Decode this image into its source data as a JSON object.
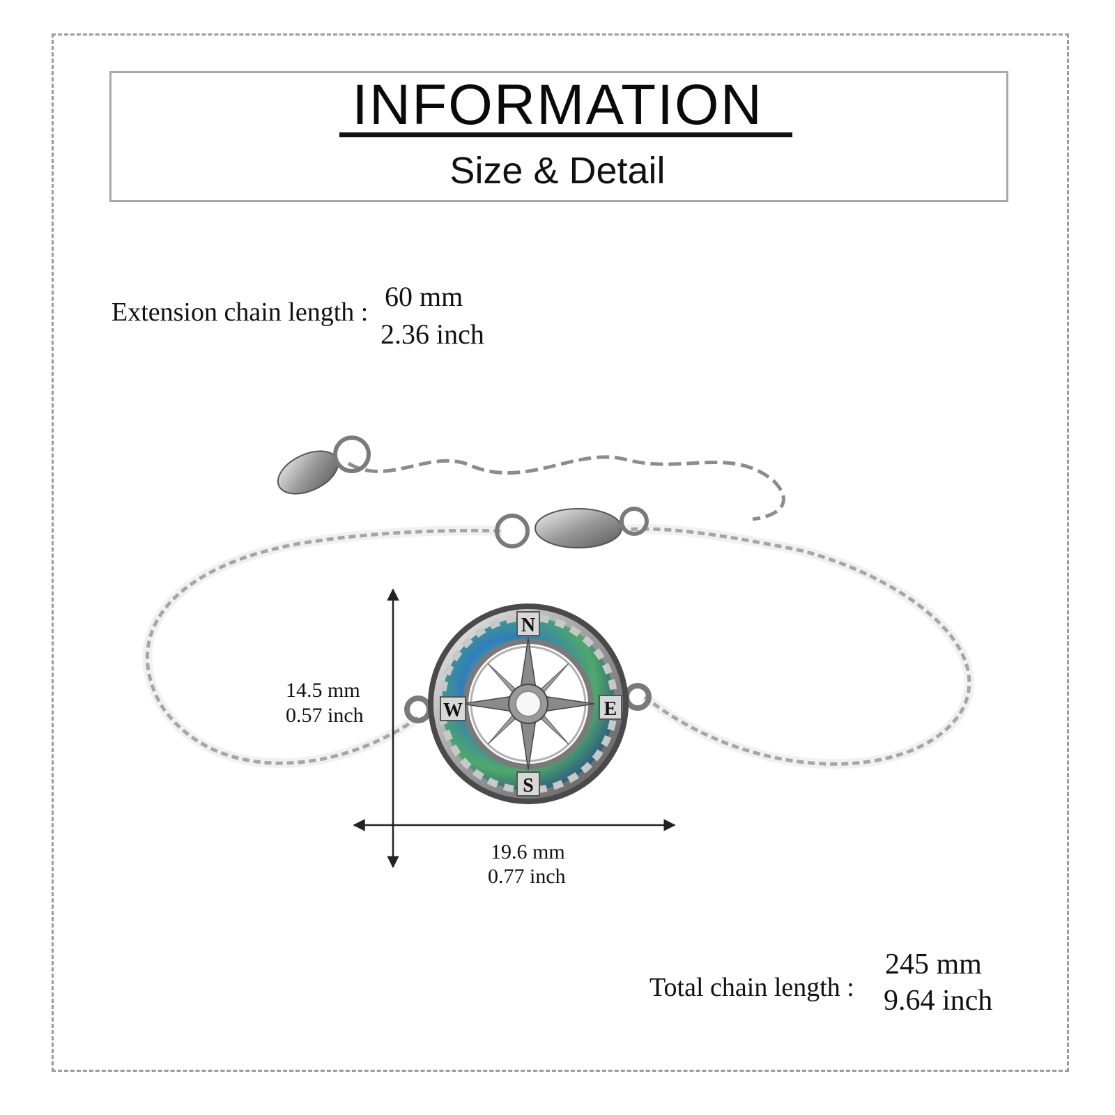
{
  "header": {
    "title": "INFORMATION",
    "subtitle": "Size & Detail"
  },
  "extension_chain": {
    "label": "Extension chain length :",
    "mm": "60 mm",
    "inch": "2.36 inch"
  },
  "pendant": {
    "height_mm": "14.5 mm",
    "height_inch": "0.57 inch",
    "width_mm": "19.6 mm",
    "width_inch": "0.77 inch",
    "compass_letters": {
      "north": "N",
      "south": "S",
      "east": "E",
      "west": "W"
    }
  },
  "total_chain": {
    "label": "Total chain length :",
    "mm": "245 mm",
    "inch": "9.64 inch"
  },
  "colors": {
    "frame": "#9a9a9a",
    "silver": "#8c8c8c",
    "abalone_blue": "#2f7fb8",
    "abalone_green": "#4fa86a"
  }
}
